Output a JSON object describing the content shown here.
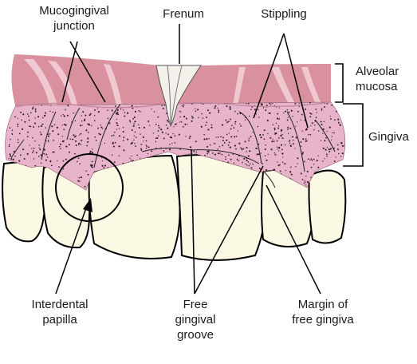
{
  "labels": {
    "mucogingival_junction": [
      "Mucogingival",
      "junction"
    ],
    "frenum": [
      "Frenum"
    ],
    "stippling": [
      "Stippling"
    ],
    "alveolar_mucosa": [
      "Alveolar",
      "mucosa"
    ],
    "gingiva": [
      "Gingiva"
    ],
    "interdental_papilla": [
      "Interdental",
      "papilla"
    ],
    "free_gingival_groove": [
      "Free",
      "gingival",
      "groove"
    ],
    "margin_of_free_gingiva": [
      "Margin of",
      "free gingiva"
    ]
  },
  "colors": {
    "mucosa": "#d9909f",
    "mucosa_light": "#f2c9d3",
    "gingiva": "#e8b4cb",
    "teeth": "#fbf8e3",
    "frenum": "#f4f1ea",
    "stipple": "#2a1a1f",
    "line": "#000000"
  }
}
